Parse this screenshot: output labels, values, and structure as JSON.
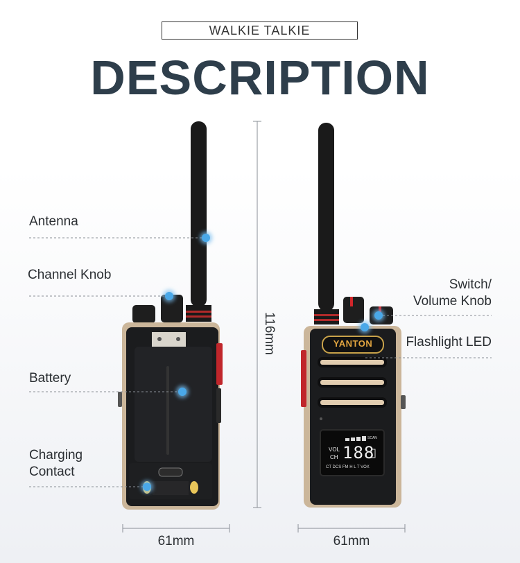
{
  "header": {
    "tag": "WALKIE TALKIE",
    "title": "DESCRIPTION"
  },
  "callouts": {
    "antenna": "Antenna",
    "channel_knob": "Channel Knob",
    "battery": "Battery",
    "charging_contact_line1": "Charging",
    "charging_contact_line2": "Contact",
    "switch_volume_line1": "Switch/",
    "switch_volume_line2": "Volume Knob",
    "flashlight_led": "Flashlight LED"
  },
  "dimensions": {
    "height": "116mm",
    "width_back": "61mm",
    "width_front": "61mm"
  },
  "device": {
    "brand": "YANTON",
    "display": {
      "vol": "VOL",
      "ch": "CH",
      "digits": "188",
      "scan": "SCAN",
      "status_row": "CT DCS FM H L T VOX"
    }
  },
  "colors": {
    "title": "#2e3e4b",
    "dot": "#4aa8e8",
    "accent_red": "#d2262b",
    "body": "#1b1c1e",
    "frame": "#cbb69a"
  }
}
